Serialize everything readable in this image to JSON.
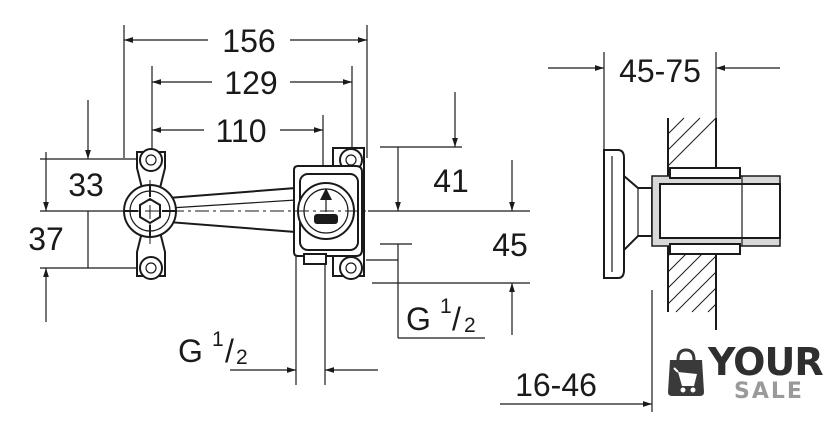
{
  "dimensions": {
    "overall_width": "156",
    "mount_spacing": "129",
    "hole_to_center": "110",
    "upper_offset": "33",
    "lower_offset": "37",
    "right_upper": "41",
    "right_lower": "45",
    "depth_range": "45-75",
    "wall_range": "16-46"
  },
  "thread_labels": {
    "bottom": {
      "base": "G",
      "num": "1",
      "den": "2"
    },
    "right": {
      "base": "G",
      "num": "1",
      "den": "2"
    }
  },
  "watermark": {
    "word1": "YOUR",
    "word2": "SALE"
  }
}
